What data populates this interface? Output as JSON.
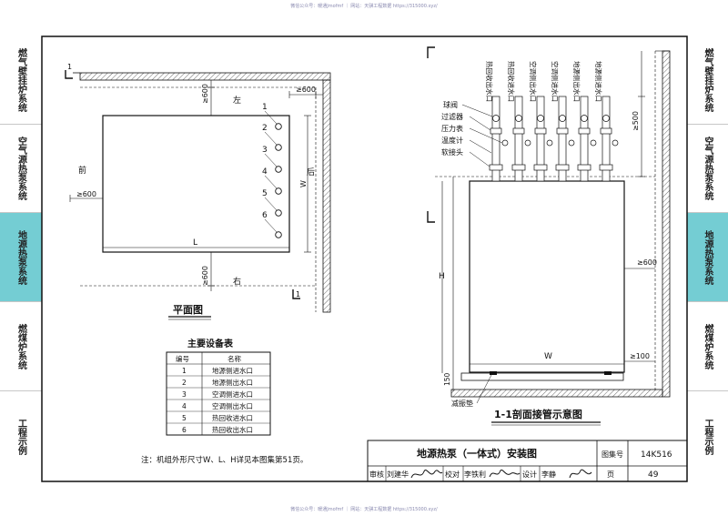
{
  "watermark": {
    "top": "微信公众号：暖通Jmofmf ｜ 网站：天骐工程数据 https://315000.xyz/",
    "bottom": "微信公众号：暖通Jmofmf ｜ 网站：天骐工程数据 https://315000.xyz/"
  },
  "left_tabs": [
    {
      "label": "燃气壁挂炉系统",
      "active": false
    },
    {
      "label": "空气源热泵系统",
      "active": false
    },
    {
      "label": "地源热泵系统",
      "active": true
    },
    {
      "label": "燃煤炉系统",
      "active": false
    },
    {
      "label": "工程示例",
      "active": false
    }
  ],
  "right_tabs": [
    {
      "label": "燃气壁挂炉系统",
      "active": false
    },
    {
      "label": "空气源热泵系统",
      "active": false
    },
    {
      "label": "地源热泵系统",
      "active": true
    },
    {
      "label": "燃煤炉系统",
      "active": false
    },
    {
      "label": "工程示例",
      "active": false
    }
  ],
  "plan": {
    "title": "平面图",
    "left_side": "左",
    "right_side": "右",
    "front_side": "前",
    "back_side": "后",
    "dim_600_top": "≥600",
    "dim_600_topright": "≥600",
    "dim_600_left": "≥600",
    "dim_600_bottom": "≥600",
    "dim_L": "L",
    "dim_W": "W",
    "section_mark": "1",
    "port_numbers": [
      "1",
      "2",
      "3",
      "4",
      "5",
      "6"
    ]
  },
  "table": {
    "title": "主要设备表",
    "headers": [
      "编号",
      "名称"
    ],
    "rows": [
      [
        "1",
        "地源侧进水口"
      ],
      [
        "2",
        "地源侧出水口"
      ],
      [
        "3",
        "空调侧进水口"
      ],
      [
        "4",
        "空调侧出水口"
      ],
      [
        "5",
        "热回收进水口"
      ],
      [
        "6",
        "热回收出水口"
      ]
    ]
  },
  "note": "注：机组外形尺寸W、L、H详见本图集第51页。",
  "section": {
    "title": "1-1剖面接管示意图",
    "pipe_labels": [
      "热回收出水口",
      "热回收进水口",
      "空调侧出水口",
      "空调侧进水口",
      "地源侧出水口",
      "地源侧进水口"
    ],
    "callouts": [
      "球阀",
      "过滤器",
      "压力表",
      "温度计",
      "软接头"
    ],
    "dim_500": "≥500",
    "dim_600": "≥600",
    "dim_100": "≥100",
    "dim_150": "150",
    "dim_H": "H",
    "dim_W": "W",
    "damper": "减振垫"
  },
  "title_block": {
    "drawing_title": "地源热泵（一体式）安装图",
    "atlas_label": "图集号",
    "atlas_no": "14K516",
    "review_label": "审核",
    "reviewer": "刘建华",
    "check_label": "校对",
    "checker": "李铁利",
    "design_label": "设计",
    "designer": "李静",
    "page_label": "页",
    "page_no": "49"
  }
}
